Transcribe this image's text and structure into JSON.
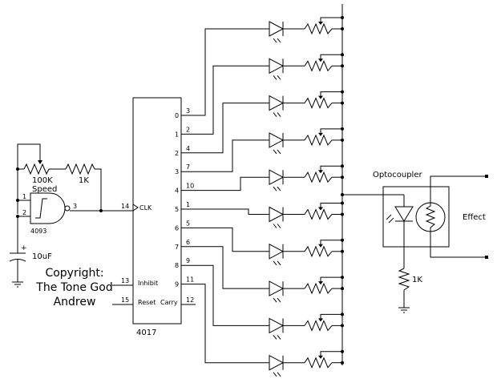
{
  "labels": {
    "speed": "Speed",
    "pot_100k": "100K",
    "res_1k_top": "1K",
    "chip_4093": "4093",
    "cap_value": "10uF",
    "cap_plus": "+",
    "copyright_1": "Copyright:",
    "copyright_2": "The Tone God",
    "copyright_3": "Andrew",
    "chip_4017": "4017",
    "clk": "CLK",
    "inhibit": "Inhibit",
    "reset": "Reset",
    "carry": "Carry",
    "optocoupler": "Optocoupler",
    "effect": "Effect",
    "res_1k_bottom": "1K"
  },
  "gate_pins": [
    "1",
    "2",
    "3"
  ],
  "chip_pins": {
    "clk_pin": "14",
    "inhibit_pin": "13",
    "reset_pin": "15",
    "carry_pin": "12"
  },
  "outputs": [
    {
      "q": "0",
      "pin": "3"
    },
    {
      "q": "1",
      "pin": "2"
    },
    {
      "q": "2",
      "pin": "4"
    },
    {
      "q": "3",
      "pin": "7"
    },
    {
      "q": "4",
      "pin": "10"
    },
    {
      "q": "5",
      "pin": "1"
    },
    {
      "q": "6",
      "pin": "5"
    },
    {
      "q": "7",
      "pin": "6"
    },
    {
      "q": "8",
      "pin": "9"
    },
    {
      "q": "9",
      "pin": "11"
    }
  ]
}
